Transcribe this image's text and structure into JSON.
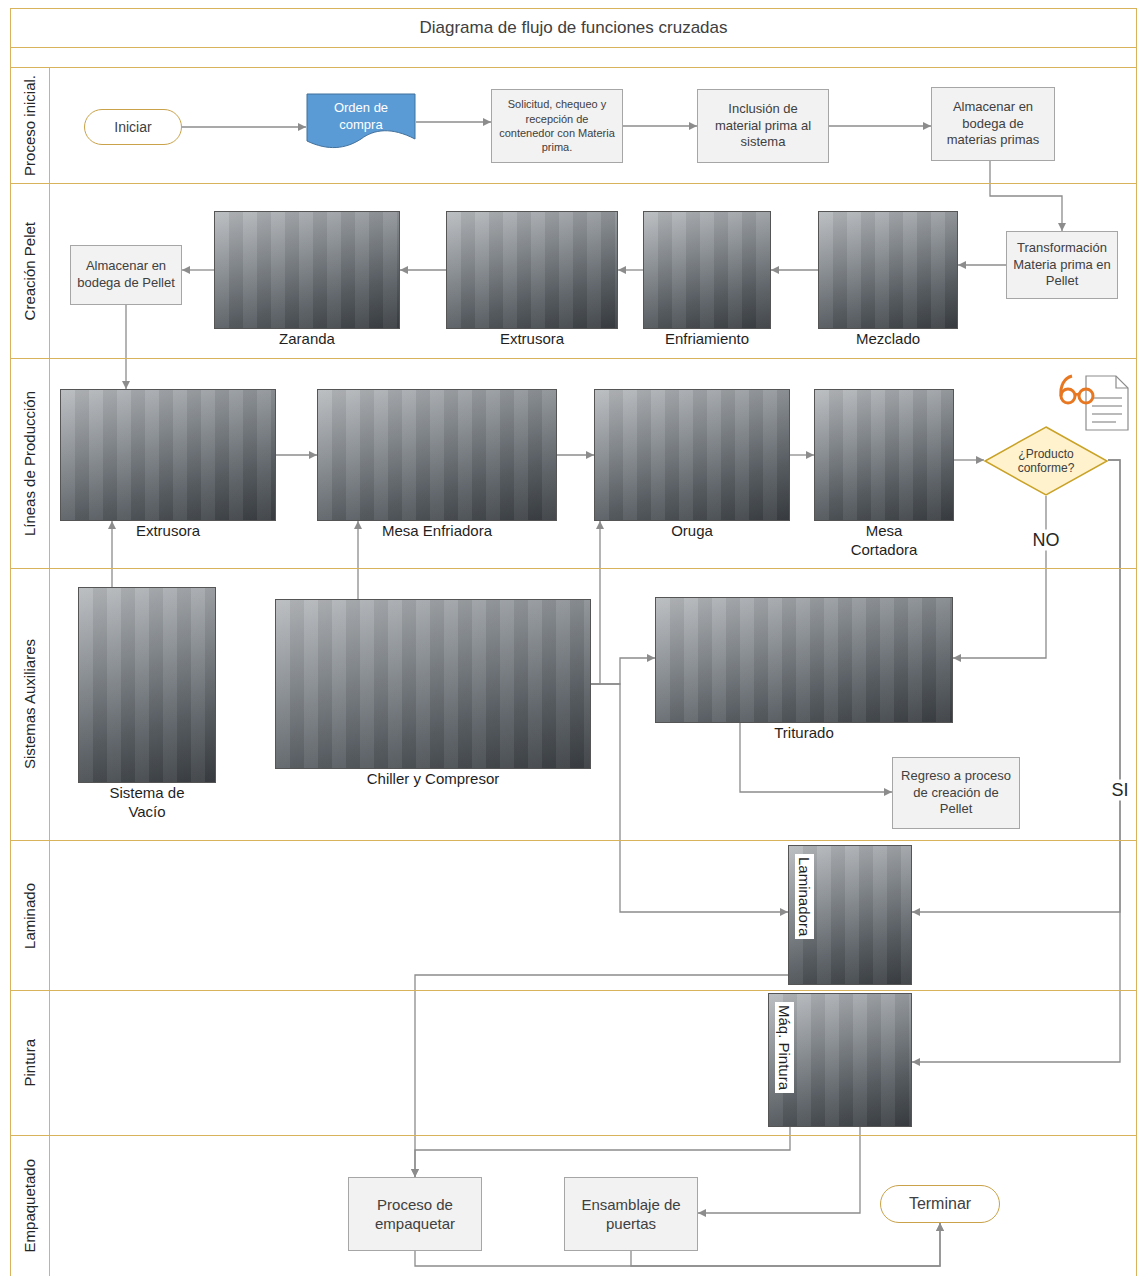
{
  "diagram": {
    "title": "Diagrama de flujo de funciones cruzadas",
    "nodes": [
      {
        "text": [
          "Proceso inicial."
        ]
      },
      {
        "text": [
          "Iniciar"
        ],
        "in": 0
      },
      {
        "text": [
          "Orden de compra"
        ],
        "in": 0
      },
      {
        "text": [
          "Solicitud, chequeo y recepción de contenedor con Materia prima."
        ],
        "in": 0
      },
      {
        "text": [
          "Inclusión de material prima al sistema"
        ],
        "in": 0
      },
      {
        "text": [
          "Almacenar en bodega de materias primas"
        ],
        "in": 0
      },
      {
        "text": [
          "Creación Pelet"
        ]
      },
      {
        "text": [
          "Transformación Materia prima en Pellet"
        ],
        "in": 6
      },
      {
        "text": [
          "Mezclado"
        ],
        "in": 6
      },
      {
        "text": [
          "Enfriamiento"
        ],
        "in": 6
      },
      {
        "text": [
          "Extrusora"
        ],
        "in": 6
      },
      {
        "text": [
          "Zaranda"
        ],
        "in": 6
      },
      {
        "text": [
          "Almacenar en bodega de Pellet"
        ],
        "in": 6
      },
      {
        "text": [
          "Líneas de Producción"
        ]
      },
      {
        "text": [
          "Extrusora"
        ],
        "in": 13
      },
      {
        "text": [
          "Mesa Enfriadora"
        ],
        "in": 13
      },
      {
        "text": [
          "Oruga"
        ],
        "in": 13
      },
      {
        "text": [
          "Mesa Cortadora"
        ],
        "in": 13
      },
      {
        "text": [
          "¿Producto conforme?"
        ],
        "in": 13
      },
      {
        "text": [
          "Sistemas Auxiliares"
        ]
      },
      {
        "text": [
          "Sistema de Vacío"
        ],
        "in": 19
      },
      {
        "text": [
          "Chiller y Compresor"
        ],
        "in": 19
      },
      {
        "text": [
          "Triturado"
        ],
        "in": 19
      },
      {
        "text": [
          "Regreso a proceso de creación de Pellet"
        ],
        "in": 19
      },
      {
        "text": [
          "Laminado"
        ]
      },
      {
        "text": [
          "Laminadora"
        ],
        "in": 24
      },
      {
        "text": [
          "Pintura"
        ]
      },
      {
        "text": [
          "Máq. Pintura"
        ],
        "in": 26
      },
      {
        "text": [
          "Empaquetado"
        ]
      },
      {
        "text": [
          "Proceso de empaquetar"
        ],
        "in": 28
      },
      {
        "text": [
          "Ensamblaje de puertas"
        ],
        "in": 28
      },
      {
        "text": [
          "Terminar"
        ],
        "in": 28
      }
    ],
    "edges": [
      {
        "from": 1,
        "to": 2,
        "arrow": "to"
      },
      {
        "from": 2,
        "to": 3,
        "arrow": "to"
      },
      {
        "from": 3,
        "to": 4,
        "arrow": "to"
      },
      {
        "from": 4,
        "to": 5,
        "arrow": "to"
      },
      {
        "from": 5,
        "to": 7,
        "arrow": "to"
      },
      {
        "from": 7,
        "to": 8,
        "arrow": "to"
      },
      {
        "from": 8,
        "to": 9,
        "arrow": "to"
      },
      {
        "from": 9,
        "to": 10,
        "arrow": "to"
      },
      {
        "from": 10,
        "to": 11,
        "arrow": "to"
      },
      {
        "from": 11,
        "to": 12,
        "arrow": "to"
      },
      {
        "from": 12,
        "to": 14,
        "arrow": "to"
      },
      {
        "from": 14,
        "to": 15,
        "arrow": "to"
      },
      {
        "from": 15,
        "to": 16,
        "arrow": "to"
      },
      {
        "from": 16,
        "to": 17,
        "arrow": "to"
      },
      {
        "from": 17,
        "to": 18,
        "arrow": "to"
      },
      {
        "from": 18,
        "to": 22,
        "label": "NO",
        "arrow": "to"
      },
      {
        "from": 18,
        "to": 25,
        "label": "SI",
        "arrow": "to"
      },
      {
        "from": 18,
        "to": 27,
        "arrow": "to"
      },
      {
        "from": 20,
        "to": 14,
        "arrow": "to"
      },
      {
        "from": 21,
        "to": 15,
        "arrow": "to"
      },
      {
        "from": 21,
        "to": 16,
        "arrow": "to"
      },
      {
        "from": 21,
        "to": 22,
        "arrow": "to"
      },
      {
        "from": 21,
        "to": 25,
        "arrow": "to"
      },
      {
        "from": 22,
        "to": 23,
        "arrow": "to"
      },
      {
        "from": 25,
        "to": 29,
        "arrow": "to"
      },
      {
        "from": 27,
        "to": 29,
        "arrow": "to"
      },
      {
        "from": 27,
        "to": 30,
        "arrow": "to"
      },
      {
        "from": 29,
        "to": 31,
        "arrow": "to"
      },
      {
        "from": 30,
        "to": 31,
        "arrow": "to"
      }
    ]
  }
}
